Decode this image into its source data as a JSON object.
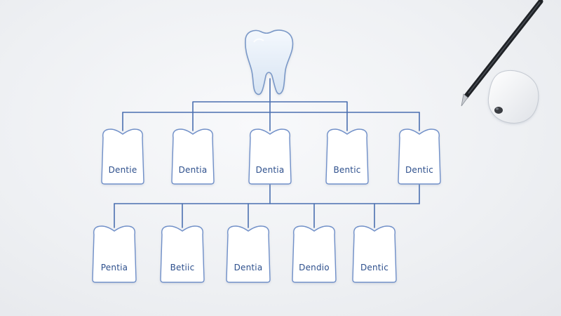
{
  "colors": {
    "connector": "#4a6fb0",
    "card_stroke": "#6f8fc8",
    "card_fill": "#ffffff",
    "label": "#2d4f8c"
  },
  "root": {
    "icon": "tooth-icon"
  },
  "level1": [
    {
      "label": "Dentie"
    },
    {
      "label": "Dentia"
    },
    {
      "label": "Dentia"
    },
    {
      "label": "Bentic"
    },
    {
      "label": "Dentic"
    }
  ],
  "level2": [
    {
      "label": "Pentia"
    },
    {
      "label": "Betiic"
    },
    {
      "label": "Dentia"
    },
    {
      "label": "Dendio"
    },
    {
      "label": "Dentic"
    }
  ],
  "props": {
    "pen": "pen-icon",
    "eraser": "tooth-eraser-icon"
  }
}
